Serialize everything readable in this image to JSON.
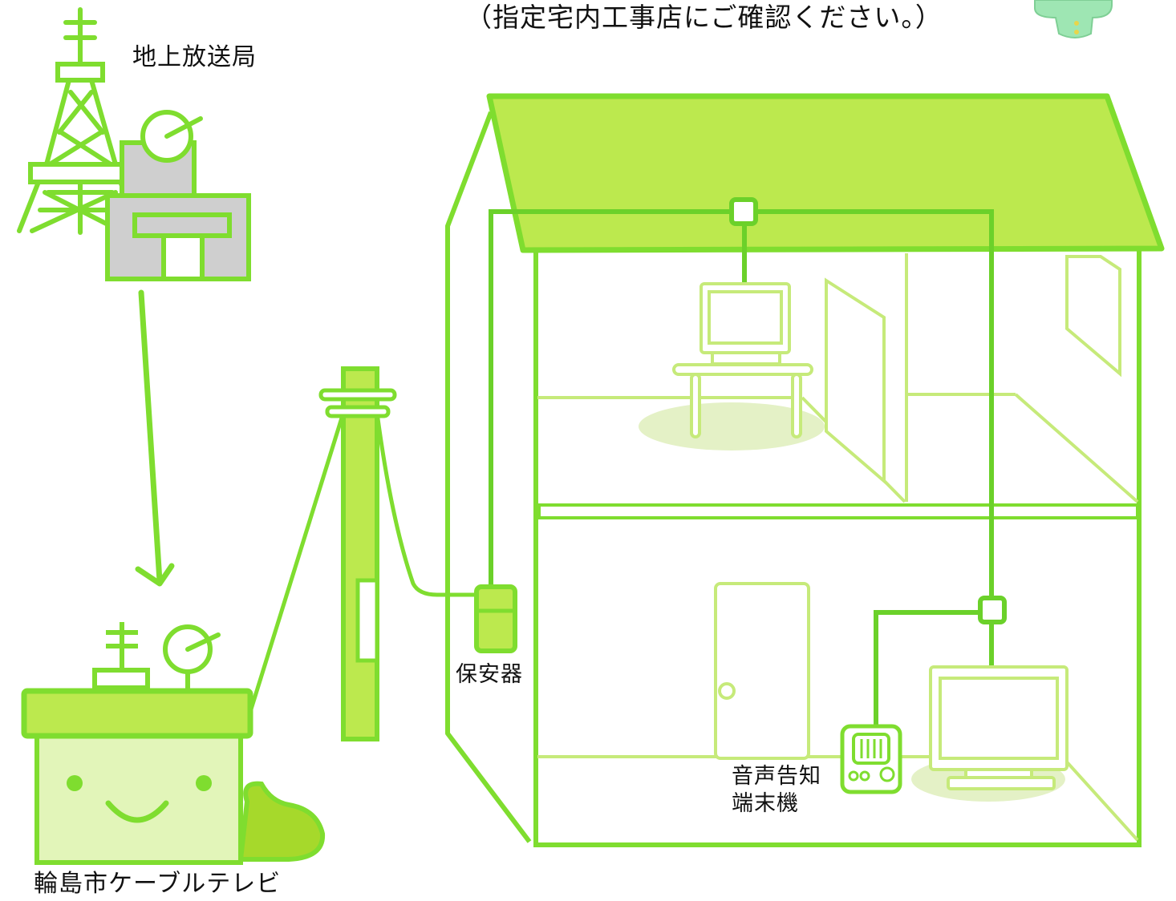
{
  "diagram": {
    "note": "（指定宅内工事店にご確認ください。）",
    "labels": {
      "broadcast_station": "地上放送局",
      "protector": "保安器",
      "terminal_line1": "音声告知",
      "terminal_line2": "端末機",
      "cable_tv": "輪島市ケーブルテレビ"
    },
    "colors": {
      "line_green": "#7fdd2f",
      "fill_green": "#bce94e",
      "pale_green": "#e2f5b9",
      "floor_shadow": "#e4f1c6",
      "station_gray": "#cfcfcf",
      "bush_green": "#a6d92b"
    }
  }
}
